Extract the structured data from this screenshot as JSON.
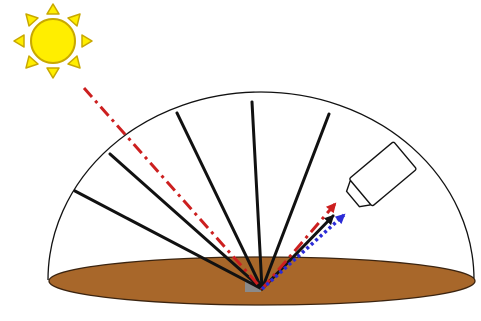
{
  "diagram": {
    "components": [
      {
        "name": "sun-icon"
      },
      {
        "name": "hemisphere-dome"
      },
      {
        "name": "ground-surface"
      },
      {
        "name": "incident-ray"
      },
      {
        "name": "reflected-rays"
      },
      {
        "name": "view-direction-arrows"
      },
      {
        "name": "sensor-camera-icon"
      }
    ]
  },
  "colors": {
    "sun_fill": "#ffee00",
    "sun_stroke": "#c8a800",
    "ground_fill": "#a8672a",
    "ground_stroke": "#3b2410",
    "incident_ray": "#cc1f1f",
    "viewing_arrow": "#2b2bd6",
    "reflected_ray": "#111111",
    "camera_fill": "#ffffff",
    "target_patch": "#8a8a8a"
  }
}
